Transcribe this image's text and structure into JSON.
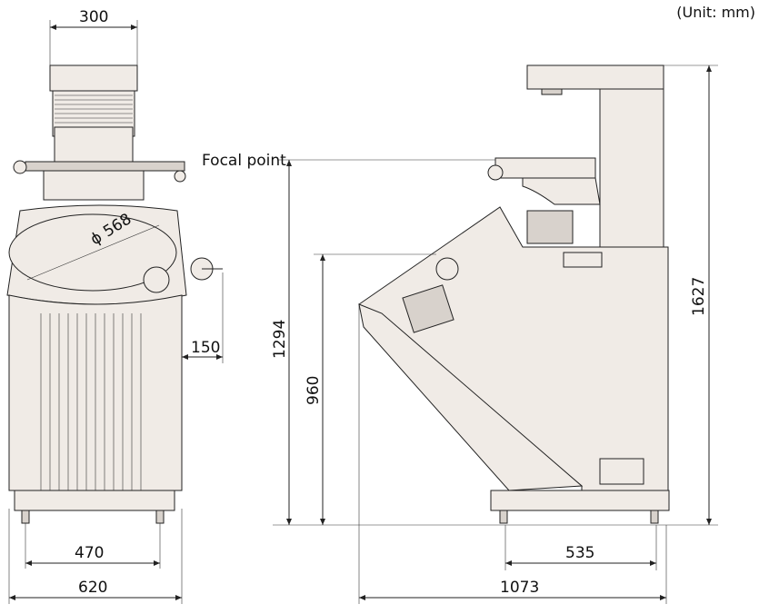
{
  "unit_label": "(Unit: mm)",
  "labels": {
    "focal_point": "Focal point",
    "screen_diameter": "ϕ 568"
  },
  "dimensions": {
    "top_width": "300",
    "side_offset": "150",
    "foot_span": "470",
    "total_width": "620",
    "focal_height": "1294",
    "table_height": "960",
    "total_height": "1627",
    "base_depth": "535",
    "total_depth": "1073"
  },
  "colors": {
    "line": "#222222",
    "body_fill": "#f0ebe6"
  }
}
